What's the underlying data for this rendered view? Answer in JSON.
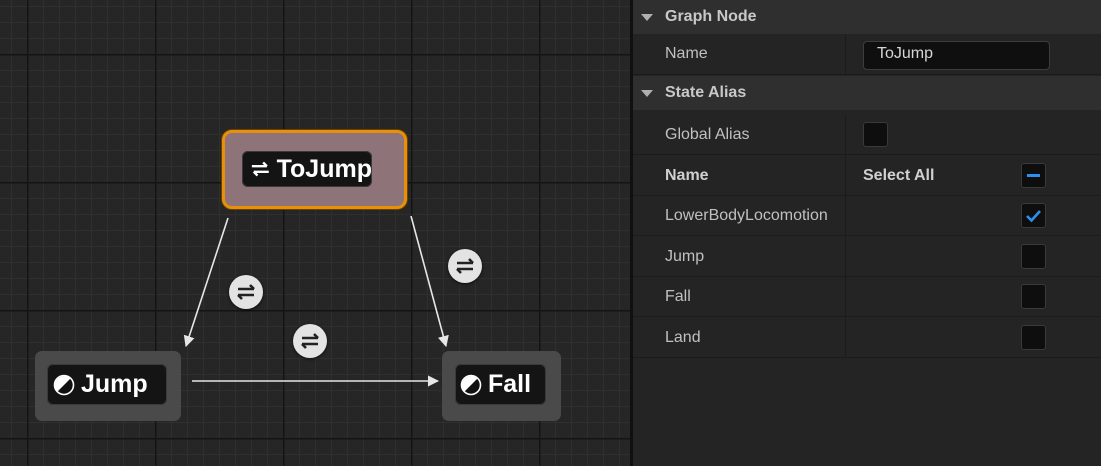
{
  "graph": {
    "nodes": {
      "tojump": {
        "label": "ToJump",
        "icon": "transition-arrows-icon"
      },
      "jump": {
        "label": "Jump",
        "icon": "state-icon"
      },
      "fall": {
        "label": "Fall",
        "icon": "state-icon"
      }
    },
    "transition_icons": [
      "transition-rule-icon",
      "transition-rule-icon",
      "transition-rule-icon"
    ],
    "colors": {
      "selected_border": "#e8900a",
      "node_body": "#141414",
      "wire": "#e6e6e6"
    }
  },
  "details": {
    "graph_node_section": {
      "title": "Graph Node",
      "name_label": "Name",
      "name_value": "ToJump"
    },
    "state_alias_section": {
      "title": "State Alias",
      "global_alias_label": "Global Alias",
      "global_alias_checked": false,
      "header_name": "Name",
      "select_all_label": "Select All",
      "select_all_state": "indeterminate",
      "states": [
        {
          "label": "LowerBodyLocomotion",
          "checked": true
        },
        {
          "label": "Jump",
          "checked": false
        },
        {
          "label": "Fall",
          "checked": false
        },
        {
          "label": "Land",
          "checked": false
        }
      ]
    },
    "colors": {
      "accent": "#2f8ff0"
    }
  }
}
